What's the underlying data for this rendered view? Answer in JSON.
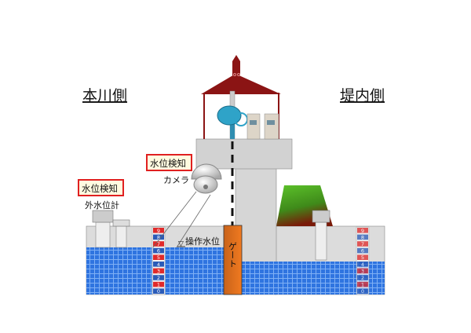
{
  "labels": {
    "river_side": "本川側",
    "inland_side": "堤内側",
    "detect_camera": "水位検知",
    "detect_gauge": "水位検知",
    "camera": "カメラ",
    "outer_gauge": "外水位計",
    "operation_level": "操作水位",
    "gate": "ゲート",
    "level_marker": "▽"
  },
  "staff_gauge_marks": [
    "9",
    "8",
    "7",
    "6",
    "5",
    "4",
    "3",
    "2",
    "1",
    "0"
  ],
  "colors": {
    "water": "#2f74e0",
    "roof": "#8b1414",
    "gate": "#e0741e",
    "concrete": "#d9d9d9",
    "embankment": "#4fb31f",
    "highlight_border": "#e02020",
    "highlight_fill": "#fffbe0",
    "machine": "#2fa3c8"
  }
}
